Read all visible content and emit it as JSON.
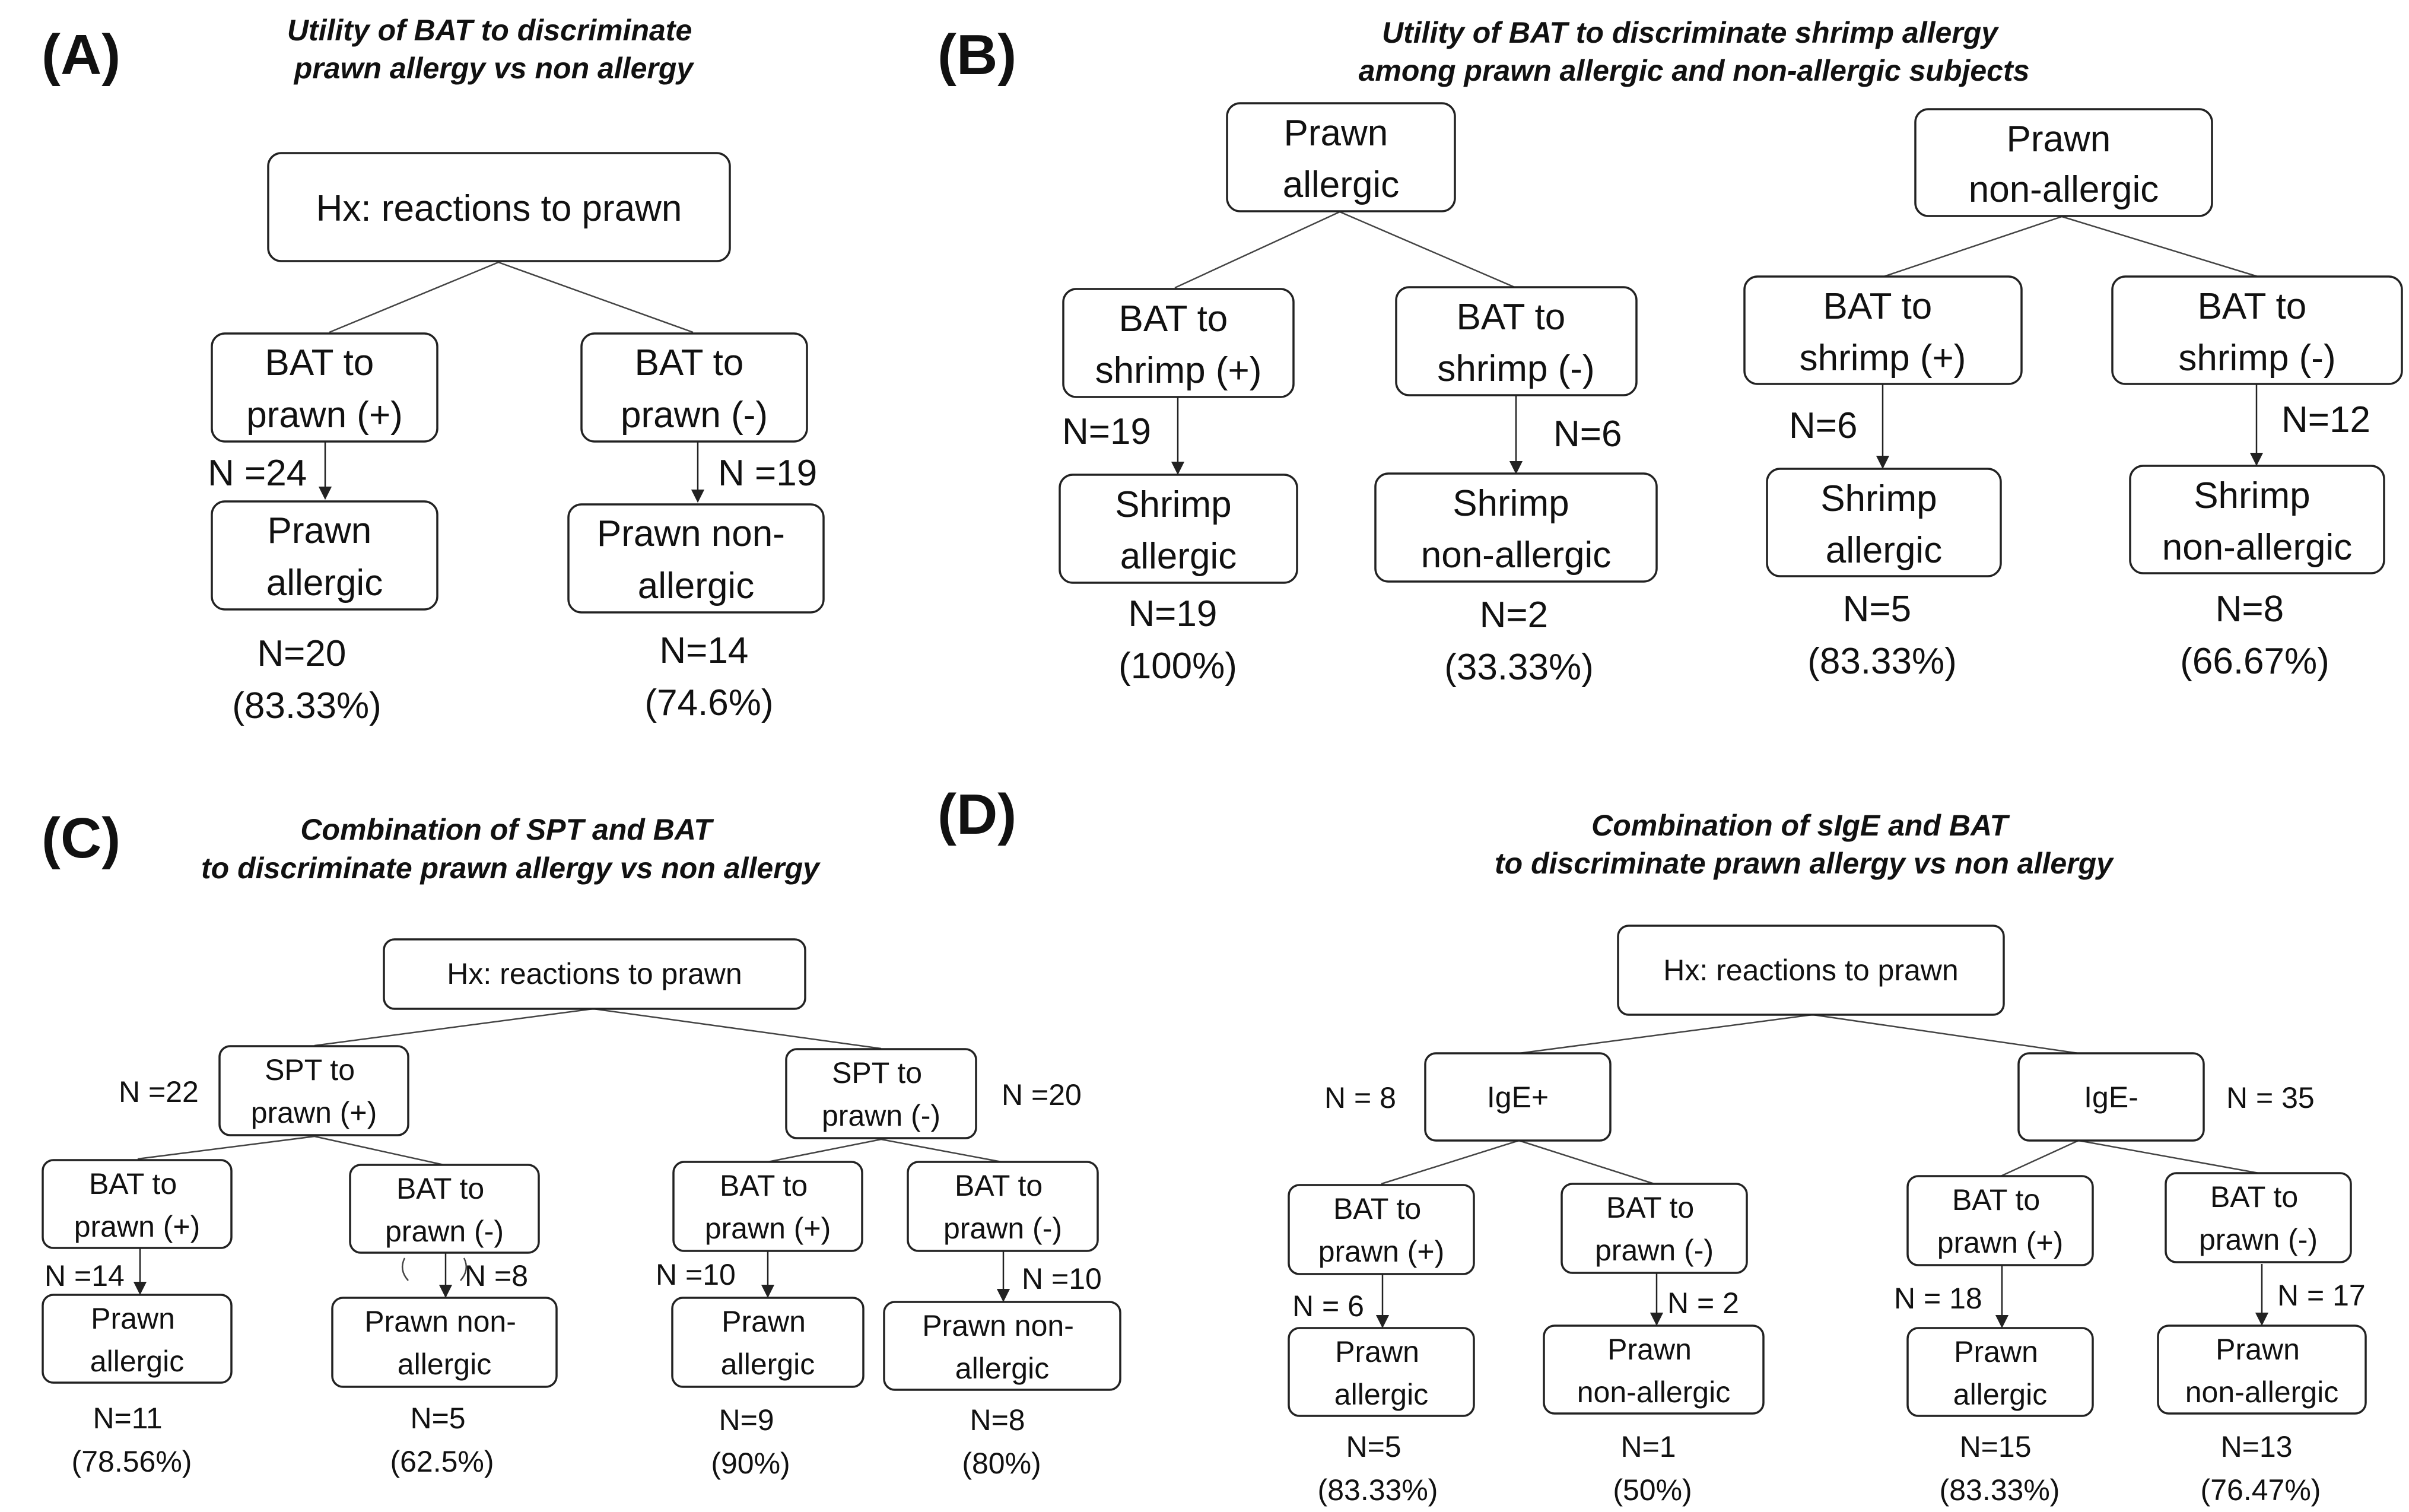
{
  "panels": {
    "A": {
      "letter": "(A)",
      "title": [
        "Utility of BAT to discriminate",
        "prawn allergy vs non allergy"
      ],
      "root": [
        "Hx: reactions to prawn"
      ],
      "bat_pos": [
        "BAT to",
        "prawn (+)"
      ],
      "bat_neg": [
        "BAT to",
        "prawn (-)"
      ],
      "count_pos": "N =24",
      "count_neg": "N =19",
      "out_pos": [
        "Prawn",
        "allergic"
      ],
      "out_neg": [
        "Prawn non-",
        "allergic"
      ],
      "res_pos": [
        "N=20",
        "(83.33%)"
      ],
      "res_neg": [
        "N=14",
        "(74.6%)"
      ]
    },
    "B": {
      "letter": "(B)",
      "title": [
        "Utility of BAT to discriminate shrimp allergy",
        "among prawn allergic and non-allergic subjects"
      ],
      "root_left": [
        "Prawn",
        "allergic"
      ],
      "root_right": [
        "Prawn",
        "non-allergic"
      ],
      "bat1": [
        "BAT to",
        "shrimp (+)"
      ],
      "bat2": [
        "BAT to",
        "shrimp (-)"
      ],
      "bat3": [
        "BAT to",
        "shrimp (+)"
      ],
      "bat4": [
        "BAT to",
        "shrimp (-)"
      ],
      "count1": "N=19",
      "count2": "N=6",
      "count3": "N=6",
      "count4": "N=12",
      "out1": [
        "Shrimp",
        "allergic"
      ],
      "out2": [
        "Shrimp",
        "non-allergic"
      ],
      "out3": [
        "Shrimp",
        "allergic"
      ],
      "out4": [
        "Shrimp",
        "non-allergic"
      ],
      "res1": [
        "N=19",
        "(100%)"
      ],
      "res2": [
        "N=2",
        "(33.33%)"
      ],
      "res3": [
        "N=5",
        "(83.33%)"
      ],
      "res4": [
        "N=8",
        "(66.67%)"
      ]
    },
    "C": {
      "letter": "(C)",
      "title": [
        "Combination of SPT and BAT",
        "to discriminate prawn allergy vs non allergy"
      ],
      "root": [
        "Hx: reactions to prawn"
      ],
      "spt_pos": [
        "SPT to",
        "prawn (+)"
      ],
      "spt_neg": [
        "SPT to",
        "prawn (-)"
      ],
      "count_spt_pos": "N =22",
      "count_spt_neg": "N =20",
      "bat1": [
        "BAT to",
        "prawn (+)"
      ],
      "bat2": [
        "BAT to",
        "prawn (-)"
      ],
      "bat3": [
        "BAT to",
        "prawn (+)"
      ],
      "bat4": [
        "BAT to",
        "prawn (-)"
      ],
      "count1": "N =14",
      "count2": "N =8",
      "count3": "N =10",
      "count4": "N =10",
      "out1": [
        "Prawn",
        "allergic"
      ],
      "out2": [
        "Prawn non-",
        "allergic"
      ],
      "out3": [
        "Prawn",
        "allergic"
      ],
      "out4": [
        "Prawn non-",
        "allergic"
      ],
      "res1": [
        "N=11",
        "(78.56%)"
      ],
      "res2": [
        "N=5",
        "(62.5%)"
      ],
      "res3": [
        "N=9",
        "(90%)"
      ],
      "res4": [
        "N=8",
        "(80%)"
      ]
    },
    "D": {
      "letter": "(D)",
      "title": [
        "Combination of sIgE and BAT",
        "to discriminate prawn allergy vs non allergy"
      ],
      "root": [
        "Hx: reactions to prawn"
      ],
      "ige_pos": [
        "IgE+"
      ],
      "ige_neg": [
        "IgE-"
      ],
      "count_ige_pos": "N = 8",
      "count_ige_neg": "N = 35",
      "bat1": [
        "BAT to",
        "prawn (+)"
      ],
      "bat2": [
        "BAT to",
        "prawn (-)"
      ],
      "bat3": [
        "BAT to",
        "prawn (+)"
      ],
      "bat4": [
        "BAT to",
        "prawn (-)"
      ],
      "count1": "N = 6",
      "count2": "N = 2",
      "count3": "N = 18",
      "count4": "N = 17",
      "out1": [
        "Prawn",
        "allergic"
      ],
      "out2": [
        "Prawn",
        "non-allergic"
      ],
      "out3": [
        "Prawn",
        "allergic"
      ],
      "out4": [
        "Prawn",
        "non-allergic"
      ],
      "res1": [
        "N=5",
        "(83.33%)"
      ],
      "res2": [
        "N=1",
        "(50%)"
      ],
      "res3": [
        "N=15",
        "(83.33%)"
      ],
      "res4": [
        "N=13",
        "(76.47%)"
      ]
    }
  }
}
